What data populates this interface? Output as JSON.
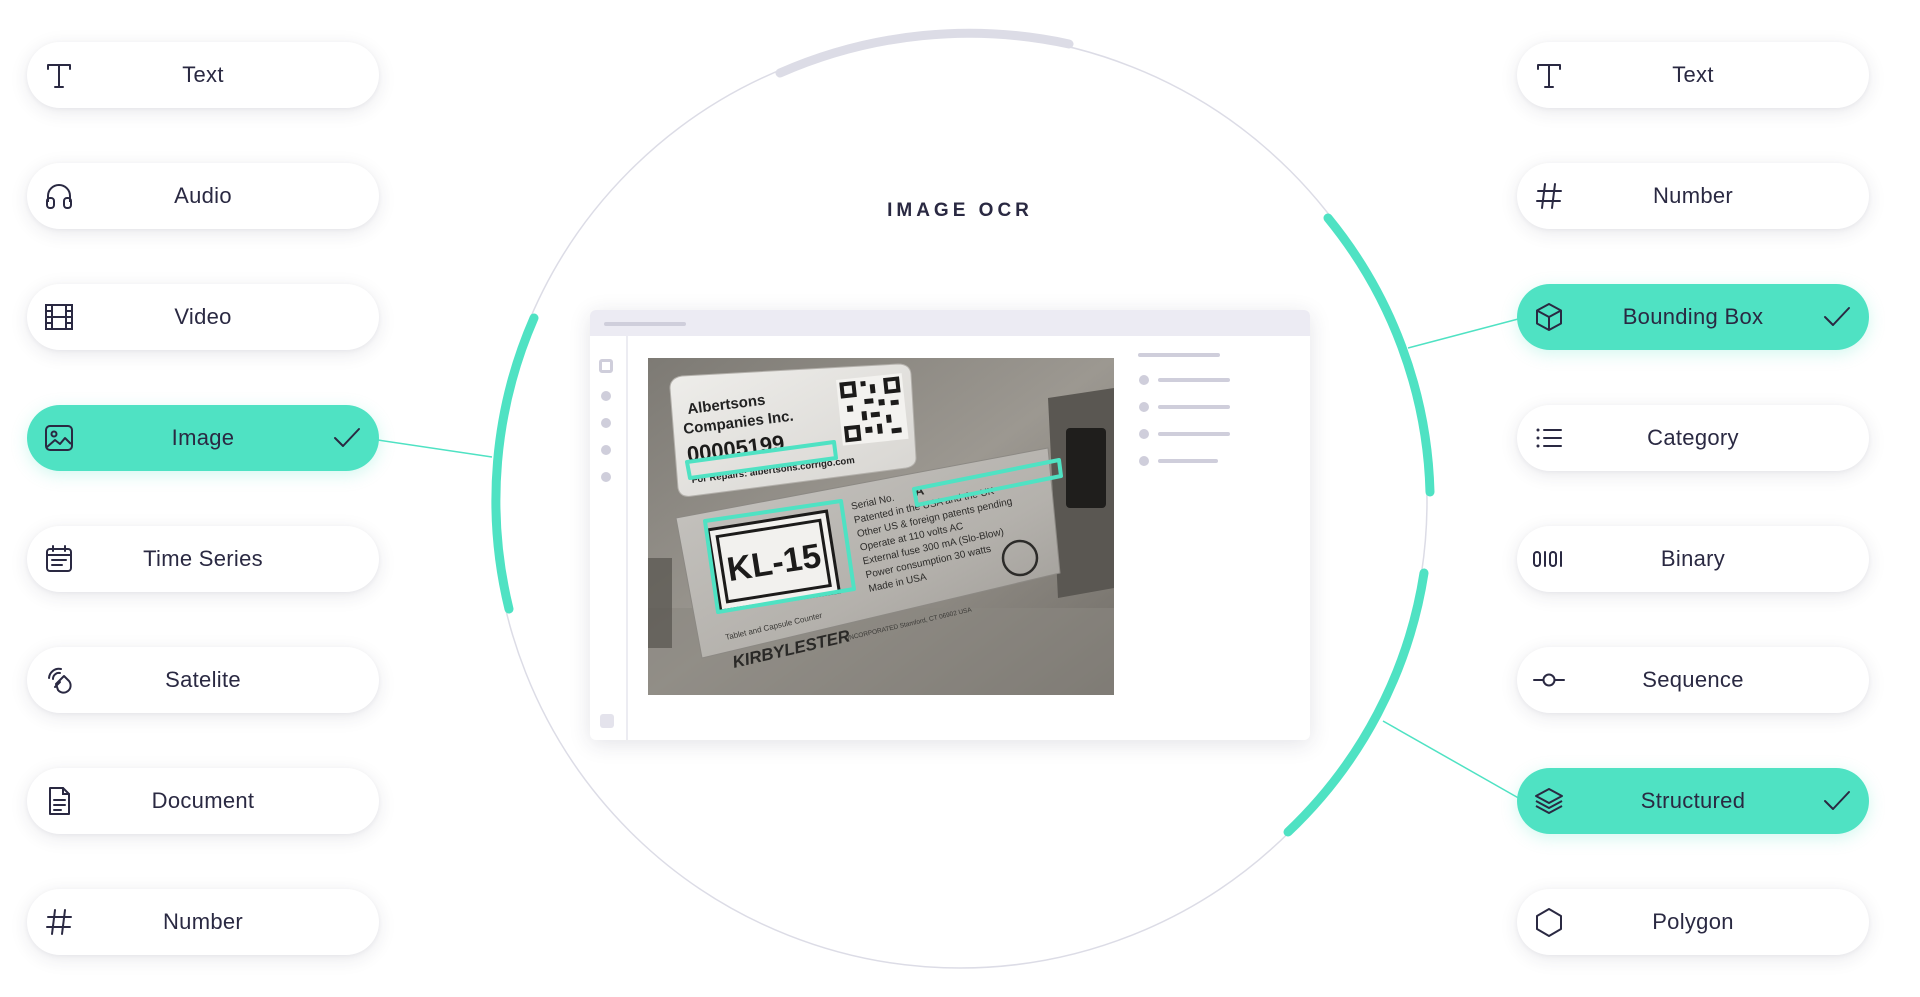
{
  "colors": {
    "accent": "#4fe2c3",
    "text": "#2a2942",
    "ring": "#dcdce6",
    "muted": "#cfcedb"
  },
  "left_column": [
    {
      "label": "Text",
      "icon": "text-icon",
      "active": false
    },
    {
      "label": "Audio",
      "icon": "headphones-icon",
      "active": false
    },
    {
      "label": "Video",
      "icon": "film-icon",
      "active": false
    },
    {
      "label": "Image",
      "icon": "image-icon",
      "active": true
    },
    {
      "label": "Time Series",
      "icon": "calendar-icon",
      "active": false
    },
    {
      "label": "Satelite",
      "icon": "satellite-icon",
      "active": false
    },
    {
      "label": "Document",
      "icon": "document-icon",
      "active": false
    },
    {
      "label": "Number",
      "icon": "hash-icon",
      "active": false
    }
  ],
  "right_column": [
    {
      "label": "Text",
      "icon": "text-icon",
      "active": false
    },
    {
      "label": "Number",
      "icon": "hash-icon",
      "active": false
    },
    {
      "label": "Bounding Box",
      "icon": "cube-icon",
      "active": true
    },
    {
      "label": "Category",
      "icon": "list-icon",
      "active": false
    },
    {
      "label": "Binary",
      "icon": "binary-icon",
      "active": false
    },
    {
      "label": "Sequence",
      "icon": "sequence-icon",
      "active": false
    },
    {
      "label": "Structured",
      "icon": "layers-icon",
      "active": true
    },
    {
      "label": "Polygon",
      "icon": "hexagon-icon",
      "active": false
    }
  ],
  "center": {
    "title": "IMAGE OCR"
  },
  "photo_text": {
    "company": "Albertsons",
    "company_line2": "Companies Inc.",
    "asset_number": "00005199",
    "repairs": "For Repairs: albertsons.corrigo.com",
    "model": "KL-15",
    "serial": "Serial No.",
    "serial_value": "A",
    "spec1": "Patented in the USA and the UK",
    "spec2": "Other US & foreign patents pending",
    "spec3": "Operate at 110 volts AC",
    "spec4": "External fuse 300 mA (Slo-Blow)",
    "spec5": "Power consumption 30 watts",
    "spec6": "Made in USA",
    "caption": "Tablet and Capsule Counter",
    "brand": "KIRBYLESTER",
    "brand_suffix": "INCORPORATED Stamford, CT 06902 USA"
  }
}
